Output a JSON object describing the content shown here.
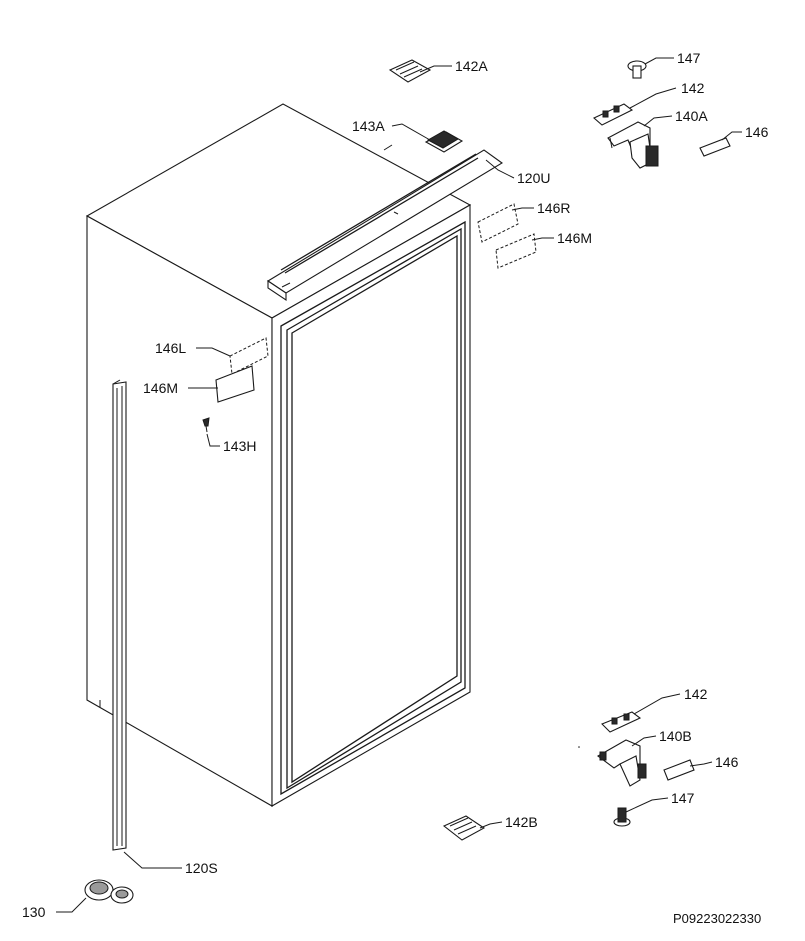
{
  "diagram": {
    "reference_code": "P09223022330",
    "labels": {
      "l142A": "142A",
      "l147top": "147",
      "l142top": "142",
      "l140A": "140A",
      "l146top": "146",
      "l143A": "143A",
      "l120U": "120U",
      "l146R": "146R",
      "l146Mright": "146M",
      "l146L": "146L",
      "l146Mleft": "146M",
      "l143H": "143H",
      "l142bot": "142",
      "l140B": "140B",
      "l146bot": "146",
      "l147bot": "147",
      "l142B": "142B",
      "l120S": "120S",
      "l130": "130"
    }
  }
}
